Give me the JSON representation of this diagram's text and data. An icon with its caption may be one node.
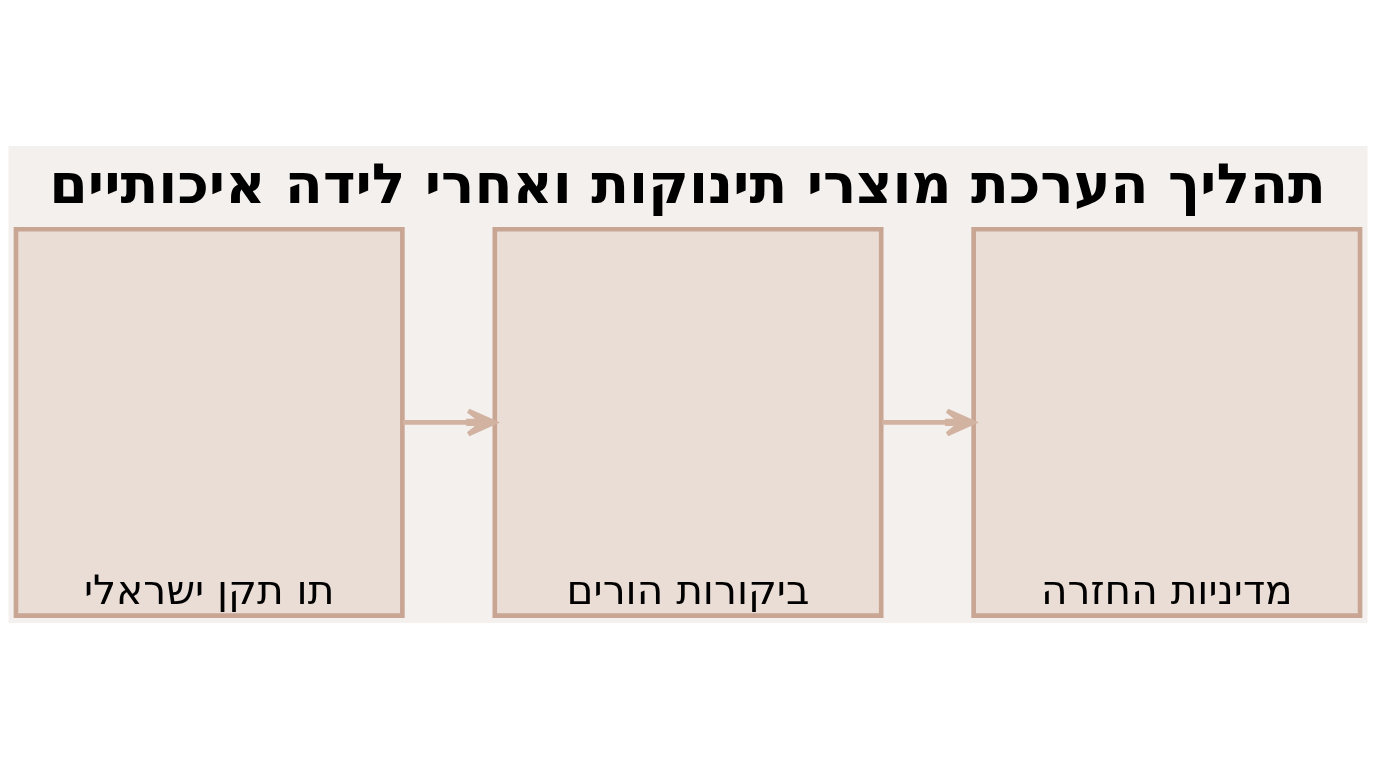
{
  "diagram": {
    "title": "תהליך הערכת מוצרי תינוקות ואחרי לידה איכותיים",
    "nodes": [
      {
        "text": [
          "תו תקן ישראלי"
        ]
      },
      {
        "text": [
          "ביקורות הורים"
        ]
      },
      {
        "text": [
          "מדיניות החזרה"
        ]
      }
    ],
    "edges": [
      {
        "from": 0,
        "to": 1,
        "arrow": "to"
      },
      {
        "from": 1,
        "to": 2,
        "arrow": "to"
      }
    ]
  }
}
